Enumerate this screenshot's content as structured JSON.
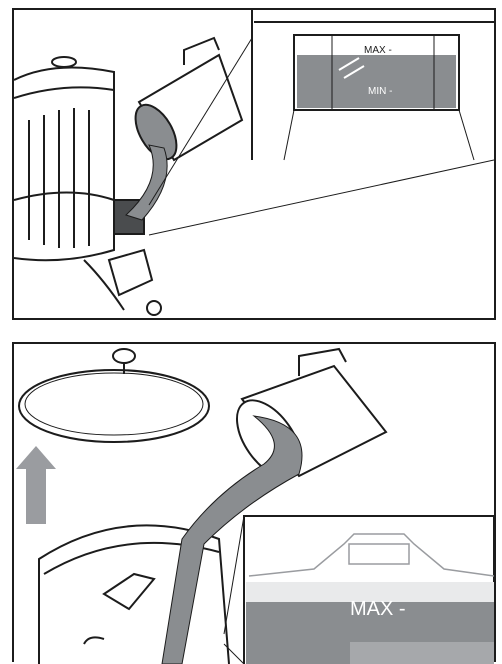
{
  "figure_top": {
    "level_marks": {
      "max": "MAX -",
      "min": "MIN -"
    }
  },
  "figure_bottom": {
    "level_marks": {
      "max": "MAX -"
    }
  },
  "colors": {
    "water": "#8a8d90",
    "line": "#1c1c1c",
    "arrow": "#9a9ca0",
    "glass_tint": "#e9eaeb"
  },
  "icons": [
    "lid",
    "pitcher",
    "water-pour",
    "coffee-urn",
    "up-arrow",
    "fill-window",
    "level-gauge"
  ]
}
